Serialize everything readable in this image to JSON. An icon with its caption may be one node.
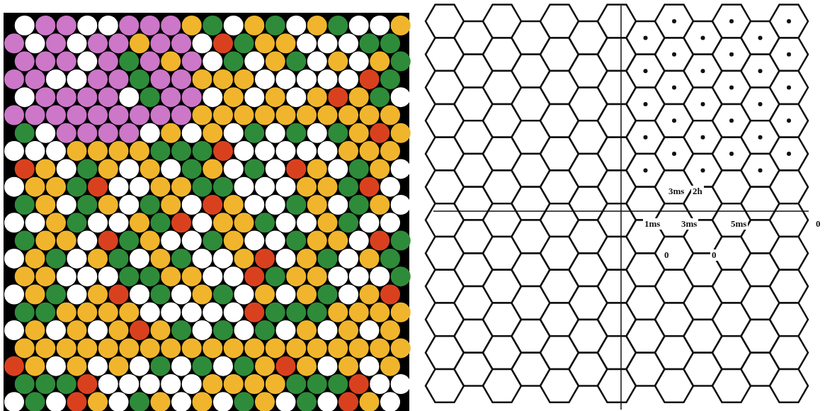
{
  "diagram": {
    "labels": [
      "3ms",
      "2h",
      "1ms",
      "3ms",
      "5ms",
      "0",
      "0",
      "0"
    ]
  }
}
